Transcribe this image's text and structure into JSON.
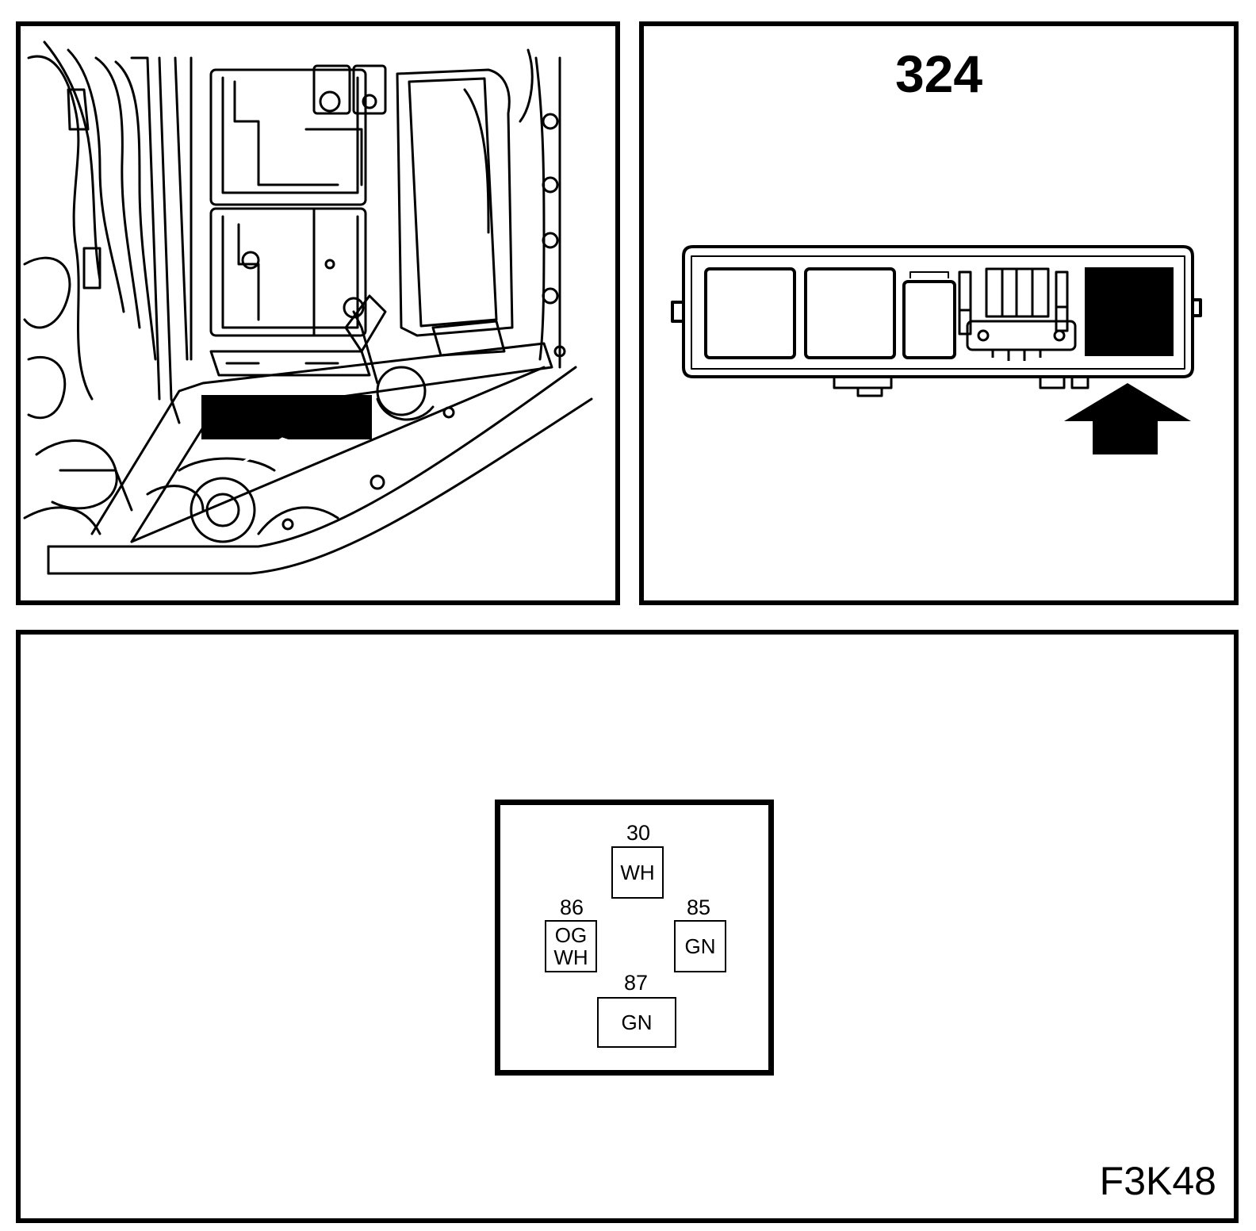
{
  "fuse_panel": {
    "number": "324"
  },
  "figure": {
    "code": "F3K48"
  },
  "relay": {
    "pins": [
      {
        "num": "30",
        "color_lines": [
          "WH"
        ]
      },
      {
        "num": "86",
        "color_lines": [
          "OG",
          "WH"
        ]
      },
      {
        "num": "85",
        "color_lines": [
          "GN"
        ]
      },
      {
        "num": "87",
        "color_lines": [
          "GN"
        ]
      }
    ]
  }
}
